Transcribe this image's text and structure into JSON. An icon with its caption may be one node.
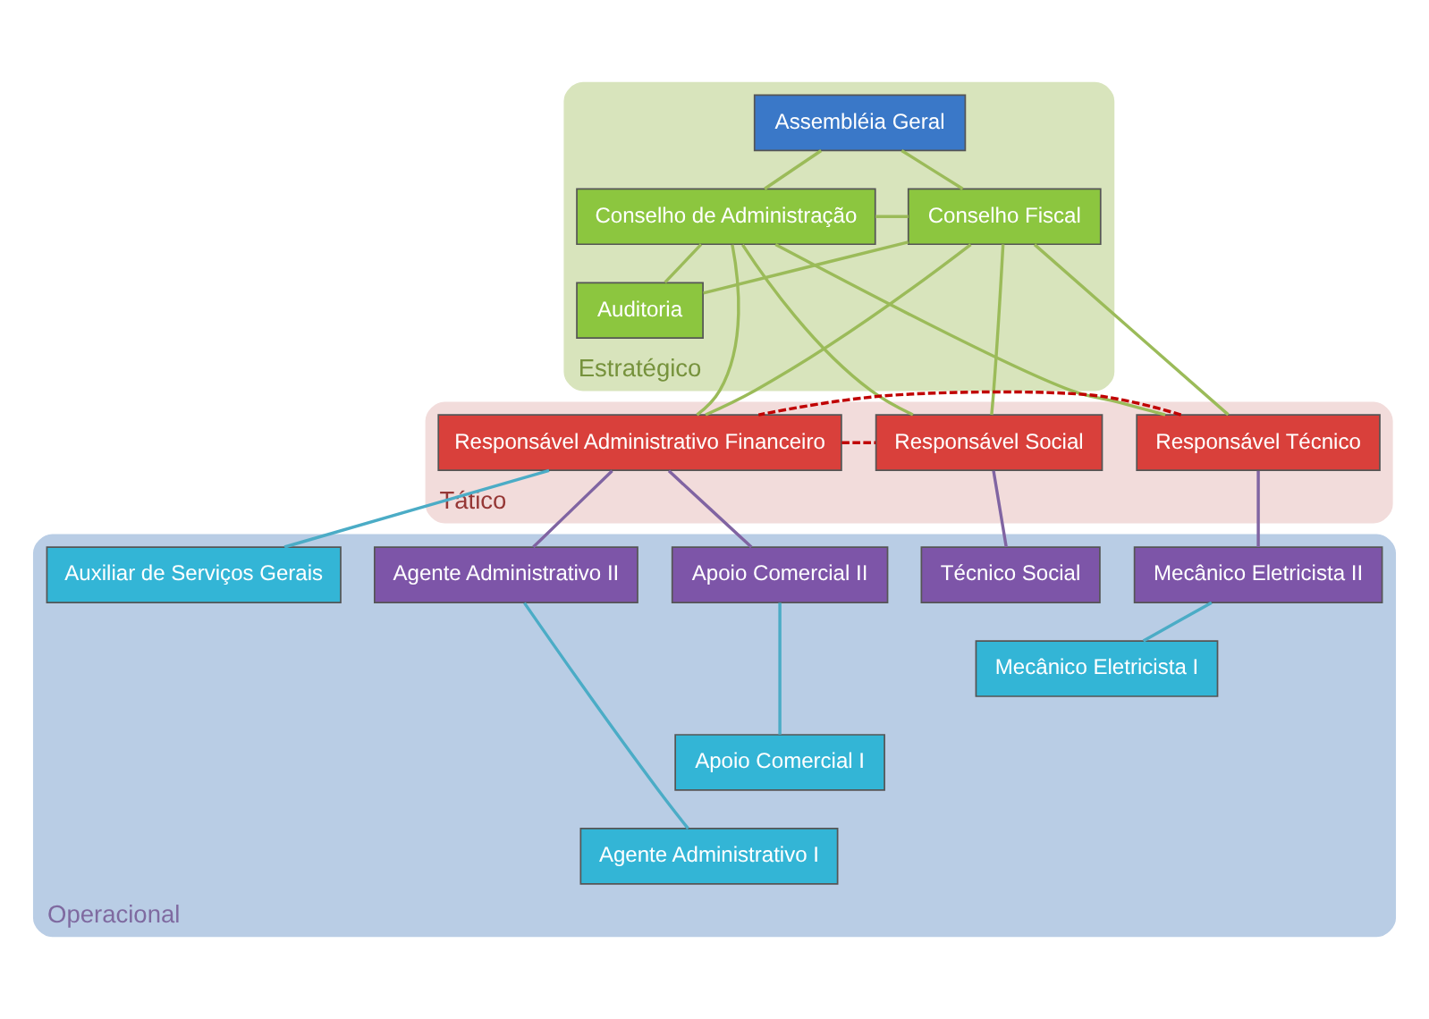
{
  "diagram": {
    "nodes": [
      {
        "text": [
          "Estratégico"
        ]
      },
      {
        "text": [
          "Assembléia Geral"
        ],
        "in": 0
      },
      {
        "text": [
          "Conselho de Administração"
        ],
        "in": 0
      },
      {
        "text": [
          "Conselho Fiscal"
        ],
        "in": 0
      },
      {
        "text": [
          "Auditoria"
        ],
        "in": 0
      },
      {
        "text": [
          "Tático"
        ]
      },
      {
        "text": [
          "Responsável Técnico"
        ],
        "in": 5
      },
      {
        "text": [
          "Responsável Administrativo Financeiro"
        ],
        "in": 5
      },
      {
        "text": [
          "Responsável Social"
        ],
        "in": 5
      },
      {
        "text": [
          "Operacional"
        ]
      },
      {
        "text": [
          "Mecânico Eletricista II"
        ],
        "in": 9
      },
      {
        "text": [
          "Apoio Comercial II"
        ],
        "in": 9
      },
      {
        "text": [
          "Agente Administrativo II"
        ],
        "in": 9
      },
      {
        "text": [
          "Técnico Social"
        ],
        "in": 9
      },
      {
        "text": [
          "Mecânico Eletricista I"
        ],
        "in": 9
      },
      {
        "text": [
          "Apoio Comercial I"
        ],
        "in": 9
      },
      {
        "text": [
          "Agente Administrativo I"
        ],
        "in": 9
      },
      {
        "text": [
          "Auxiliar de Serviços Gerais"
        ],
        "in": 9
      }
    ],
    "edges": [
      {
        "from": 1,
        "to": 2,
        "arrow": "none"
      },
      {
        "from": 1,
        "to": 3,
        "arrow": "none"
      },
      {
        "from": 2,
        "to": 3,
        "arrow": "none"
      },
      {
        "from": 2,
        "to": 4,
        "arrow": "none"
      },
      {
        "from": 3,
        "to": 4,
        "arrow": "none"
      },
      {
        "from": 2,
        "to": 6,
        "arrow": "none"
      },
      {
        "from": 3,
        "to": 6,
        "arrow": "none"
      },
      {
        "from": 2,
        "to": 7,
        "arrow": "none"
      },
      {
        "from": 3,
        "to": 7,
        "arrow": "none"
      },
      {
        "from": 2,
        "to": 8,
        "arrow": "none"
      },
      {
        "from": 3,
        "to": 8,
        "arrow": "none"
      },
      {
        "from": 6,
        "to": 7,
        "arrow": "none",
        "style": "dashed",
        "color": "#c00000"
      },
      {
        "from": 7,
        "to": 8,
        "arrow": "none",
        "style": "dashed",
        "color": "#c00000"
      },
      {
        "from": 6,
        "to": 10,
        "arrow": "none",
        "color": "#8064a2"
      },
      {
        "from": 7,
        "to": 11,
        "arrow": "none",
        "color": "#8064a2"
      },
      {
        "from": 7,
        "to": 12,
        "arrow": "none",
        "color": "#8064a2"
      },
      {
        "from": 7,
        "to": 17,
        "arrow": "none",
        "color": "#4bacc6"
      },
      {
        "from": 8,
        "to": 13,
        "arrow": "none",
        "color": "#8064a2"
      },
      {
        "from": 10,
        "to": 14,
        "arrow": "none",
        "color": "#4bacc6"
      },
      {
        "from": 11,
        "to": 15,
        "arrow": "none",
        "color": "#4bacc6"
      },
      {
        "from": 12,
        "to": 16,
        "arrow": "none",
        "color": "#4bacc6"
      }
    ]
  }
}
